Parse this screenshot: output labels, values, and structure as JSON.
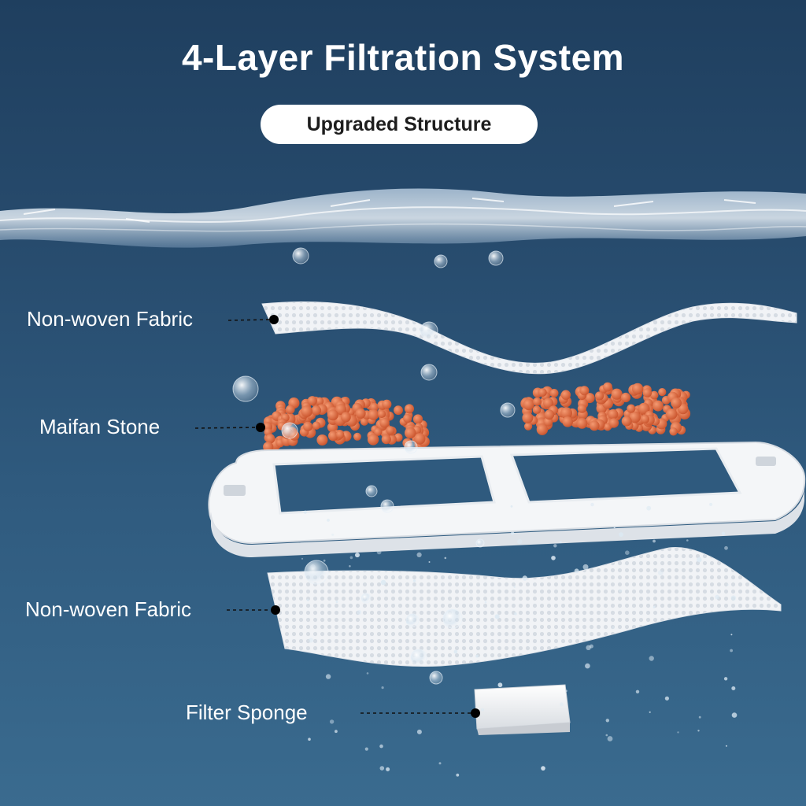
{
  "header": {
    "title": "4-Layer Filtration System",
    "subtitle": "Upgraded Structure"
  },
  "layers": [
    {
      "label": "Non-woven Fabric",
      "icon": "non-woven-fabric-layer"
    },
    {
      "label": "Maifan Stone",
      "icon": "maifan-stone-layer"
    },
    {
      "label": "Non-woven Fabric",
      "icon": "non-woven-fabric-layer"
    },
    {
      "label": "Filter Sponge",
      "icon": "filter-sponge-block"
    }
  ],
  "colors": {
    "background_top": "#1f3f5f",
    "background_bottom": "#3a6b8f",
    "fabric": "#eef1f4",
    "stone": "#e0683e",
    "frame": "#f4f6f8",
    "text": "#ffffff"
  }
}
